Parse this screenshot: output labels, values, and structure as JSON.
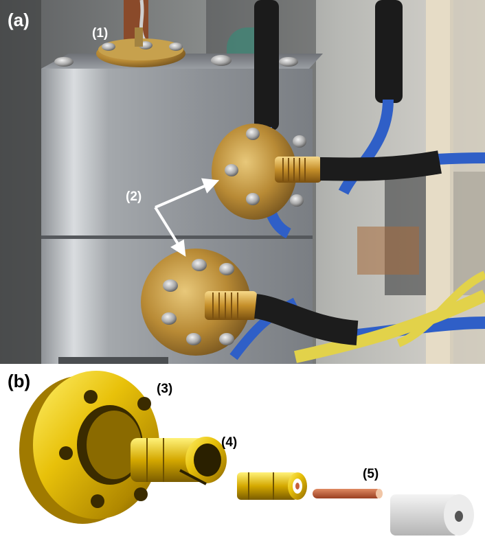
{
  "panel_a": {
    "label": "(a)",
    "callouts": {
      "c1": "(1)",
      "c2": "(2)"
    }
  },
  "panel_b": {
    "label": "(b)",
    "callouts": {
      "c3": "(3)",
      "c4": "(4)",
      "c5": "(5)"
    }
  },
  "colors": {
    "aluminum": "#b9bcc0",
    "brass": "#c99a3c",
    "gold_render": "#e8c10a",
    "cable_blue": "#2f5fc7",
    "cable_black": "#1c1c1c",
    "cable_yellow": "#e2d24a",
    "copper_pin": "#c6603a",
    "insulator": "#dcdcdc"
  }
}
